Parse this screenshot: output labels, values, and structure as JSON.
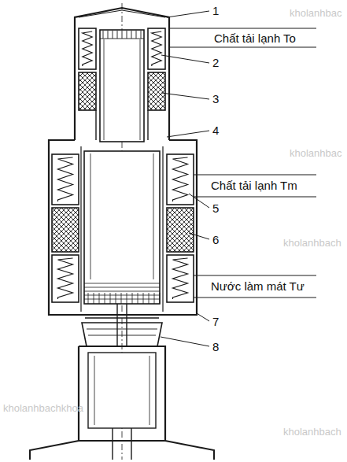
{
  "diagram": {
    "labels": [
      "1",
      "2",
      "3",
      "4",
      "5",
      "6",
      "7",
      "8",
      "Chất tải lạnh To",
      "Chất tải lạnh Tm",
      "Nước làm mát Tư",
      "kholanhbac",
      "kholanhbac",
      "kholanhbach",
      "kholanhbach",
      "kholanhbachkhoa"
    ]
  }
}
